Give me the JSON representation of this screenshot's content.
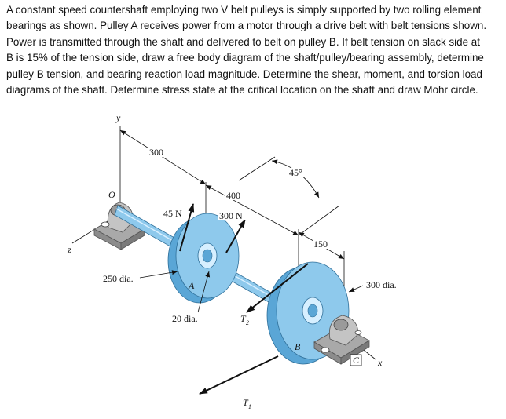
{
  "problem": {
    "lines": [
      "A constant speed countershaft employing two V belt pulleys is simply supported by two rolling element",
      "bearings as shown.  Pulley A receives power from a motor through a drive belt with belt tensions shown.",
      "Power is transmitted through the shaft and delivered to belt on pulley B.  If belt tension on slack side at",
      "B is 15% of the tension side, draw a free body diagram of the shaft/pulley/bearing assembly, determine",
      "pulley B tension, and bearing reaction load magnitude.  Determine the shear, moment, and torsion load",
      "diagrams of the shaft.  Determine stress state at the critical location on the shaft and draw Mohr circle."
    ]
  },
  "figure": {
    "axis_y": "y",
    "axis_z": "z",
    "axis_x": "x",
    "origin": "O",
    "dim_300": "300",
    "dim_400": "400",
    "dim_150": "150",
    "angle": "45°",
    "force_45": "45 N",
    "force_300": "300 N",
    "pulley_a_dia": "250 dia.",
    "pulley_a_label": "A",
    "pulley_b_dia": "300 dia.",
    "pulley_b_label": "B",
    "shaft_dia": "20 dia.",
    "bearing_c": "C",
    "tension_2": "T",
    "tension_2_sub": "2",
    "tension_1": "T",
    "tension_1_sub": "1"
  },
  "colors": {
    "pulley": "#8ec9ec",
    "pulley_dark": "#5aa6d6",
    "bearing": "#b8b8b8",
    "bearing_dark": "#8c8c8c"
  }
}
